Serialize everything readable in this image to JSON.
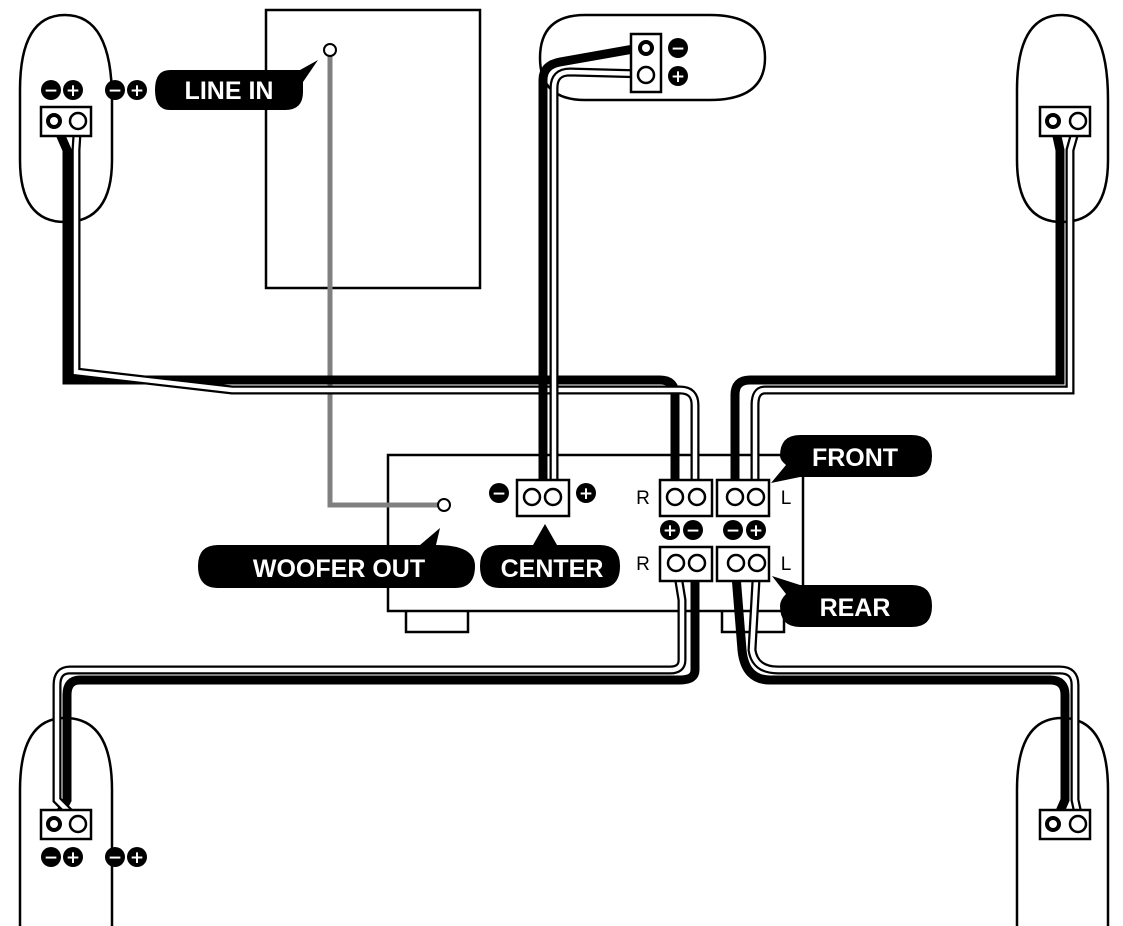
{
  "labels": {
    "line_in": "LINE IN",
    "woofer_out": "WOOFER OUT",
    "center": "CENTER",
    "front": "FRONT",
    "rear": "REAR"
  },
  "channels": {
    "right": "R",
    "left": "L"
  },
  "polarity": {
    "negative": "−",
    "positive": "+"
  },
  "colors": {
    "ink": "#000000",
    "paper": "#ffffff",
    "woofer_cable": "#808080"
  }
}
